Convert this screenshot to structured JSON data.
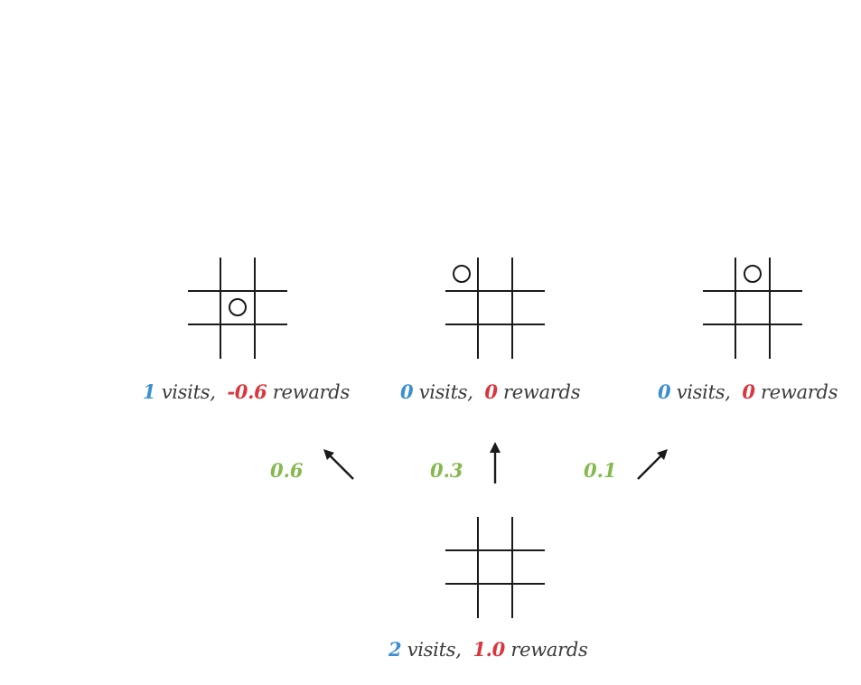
{
  "colors": {
    "visits": "#3b8fd0",
    "rewards": "#d9363e",
    "probability": "#84b94e",
    "text": "#3a3a3a",
    "lines": "#1a1a1a"
  },
  "children": [
    {
      "o_cell": 4,
      "visits_value": "1",
      "visits_label": "visits,",
      "rewards_value": "-0.6",
      "rewards_label": "rewards",
      "probability": "0.6"
    },
    {
      "o_cell": 0,
      "visits_value": "0",
      "visits_label": "visits,",
      "rewards_value": "0",
      "rewards_label": "rewards",
      "probability": "0.3"
    },
    {
      "o_cell": 1,
      "visits_value": "0",
      "visits_label": "visits,",
      "rewards_value": "0",
      "rewards_label": "rewards",
      "probability": "0.1"
    }
  ],
  "root": {
    "visits_value": "2",
    "visits_label": "visits,",
    "rewards_value": "1.0",
    "rewards_label": "rewards"
  }
}
